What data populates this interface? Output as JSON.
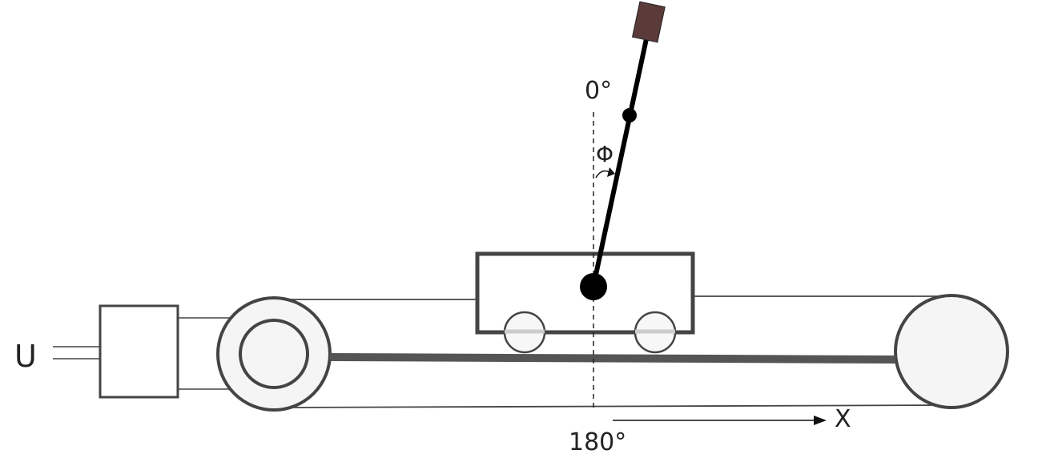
{
  "labels": {
    "input": "U",
    "angle_top": "0°",
    "angle_bottom": "180°",
    "angle_symbol": "Φ",
    "axis": "X"
  },
  "colors": {
    "outline": "#444444",
    "rail": "#555555",
    "pendulum": "#000000",
    "pendulum_mass": "#5b3a3a",
    "wheel_fill": "#f7f7f7",
    "pulley_fill": "#f5f5f5",
    "wheel_axle": "#cccccc"
  }
}
